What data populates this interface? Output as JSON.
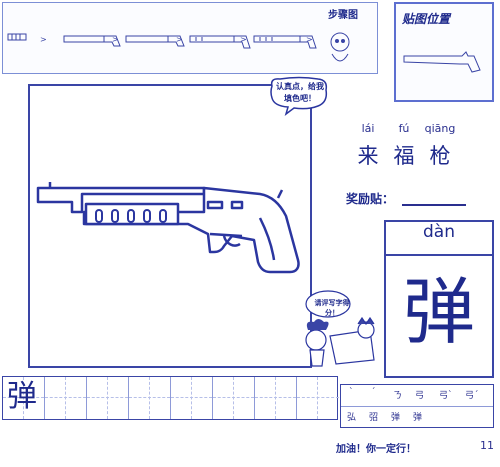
{
  "steps": {
    "title": "步骤图"
  },
  "guide": {
    "title": "贴图位置"
  },
  "bubble": {
    "text": "认真点，给我填色吧！"
  },
  "title": {
    "pinyin": [
      "lái",
      "fú",
      "qiāng"
    ],
    "hanzi": [
      "来",
      "福",
      "枪"
    ]
  },
  "reward": {
    "label": "奖励贴："
  },
  "character": {
    "pinyin": "dàn",
    "hanzi": "弹"
  },
  "grader": {
    "text": "请评写字得分！"
  },
  "writing": {
    "model_char": "弹"
  },
  "stroke_order": {
    "row1": [
      "ˋ",
      "ˊ",
      "ㄋ",
      "弓",
      "弓ˋ",
      "弓ˊ"
    ],
    "row2": [
      "弘",
      "弨",
      "弹",
      "弹"
    ]
  },
  "footer": {
    "slogan": "加油！你一定行！",
    "page_number": "11"
  },
  "colors": {
    "ink": "#1f2a8c",
    "frame": "#3a45a6",
    "light": "#7c8fd6"
  }
}
